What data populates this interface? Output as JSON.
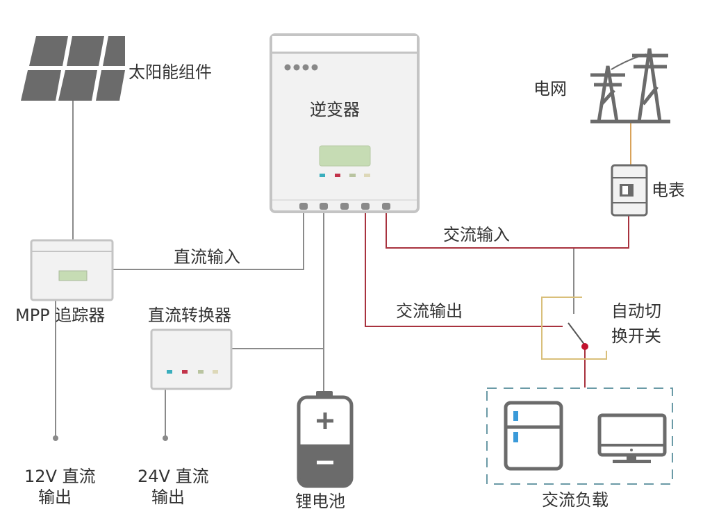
{
  "labels": {
    "solar": "太阳能组件",
    "inverter": "逆变器",
    "grid": "电网",
    "meter": "电表",
    "mpp": "MPP 追踪器",
    "dc_input": "直流输入",
    "ac_input": "交流输入",
    "ac_output": "交流输出",
    "dc_converter": "直流转换器",
    "switch_line1": "自动切",
    "switch_line2": "换开关",
    "out12_line1": "12V 直流",
    "out12_line2": "输出",
    "out24_line1": "24V 直流",
    "out24_line2": "输出",
    "battery": "锂电池",
    "ac_load": "交流负载"
  },
  "colors": {
    "device_fill": "#f2f2f2",
    "device_stroke": "#c4c4c4",
    "dc_line": "#8a8a8a",
    "ac_line": "#a8323e",
    "grid_line": "#d9a35a",
    "switch_frame": "#d9bf7a",
    "load_dashed": "#6a9aa6",
    "lcd": "#c6dcb4",
    "icon_dark": "#666666",
    "fridge_accent": "#3a9ad9"
  },
  "icons": [
    "solar-panel-icon",
    "inverter-icon",
    "power-tower-icon",
    "meter-icon",
    "mpp-tracker-icon",
    "dc-converter-icon",
    "battery-icon",
    "switch-icon",
    "fridge-icon",
    "monitor-icon"
  ]
}
